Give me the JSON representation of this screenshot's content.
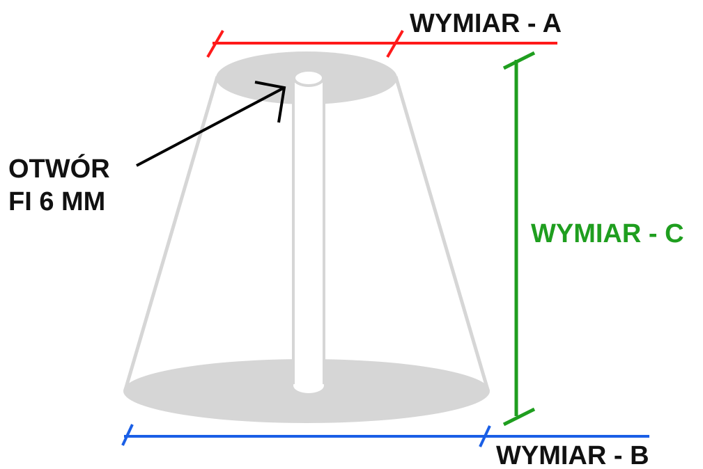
{
  "labels": {
    "dimension_a": "WYMIAR - A",
    "dimension_b": "WYMIAR - B",
    "dimension_c": "WYMIAR - C",
    "hole_line1": "OTWÓR",
    "hole_line2": "FI 6 MM"
  },
  "colors": {
    "dimension_a": "#ff1a1a",
    "dimension_b": "#1a5fe6",
    "dimension_c": "#1f9e1f",
    "shade_outline": "#d6d6d6",
    "shade_fill": "#d6d6d6",
    "text": "#111111",
    "arrow": "#000000"
  }
}
